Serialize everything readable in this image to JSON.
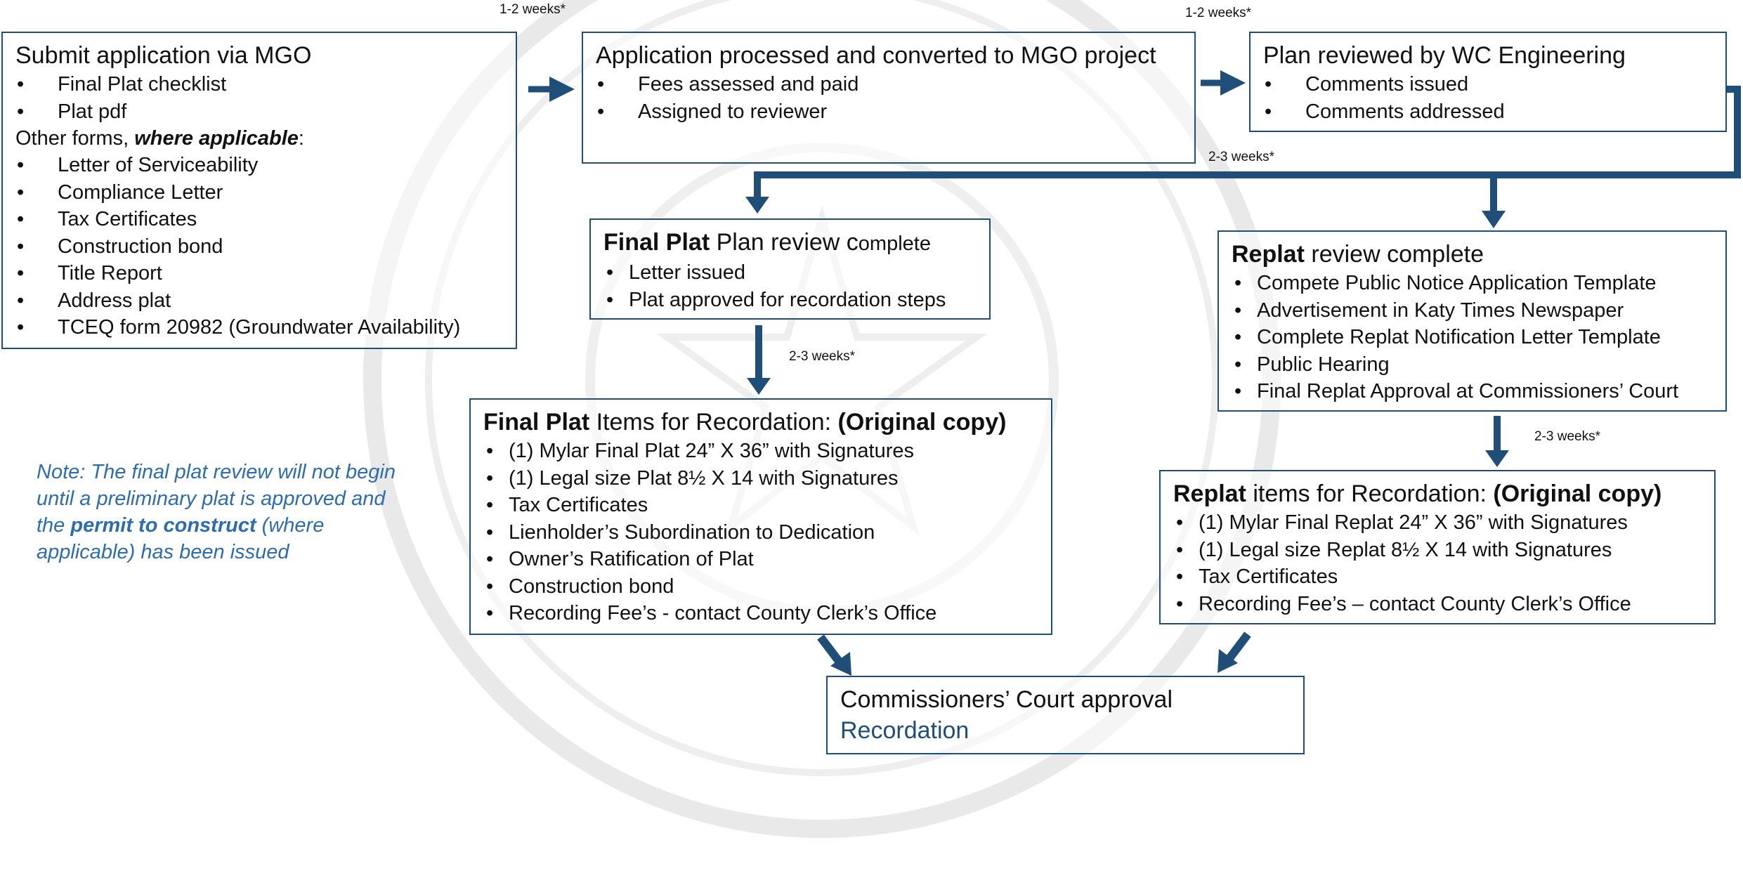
{
  "colors": {
    "box_border": "#1f4e79",
    "arrow": "#1f4e79",
    "note_text": "#2e6dad"
  },
  "labels": {
    "l1": "1-2 weeks*",
    "l2": "1-2 weeks*",
    "l3": "2-3 weeks*",
    "l4": "2-3 weeks*",
    "l5": "2-3 weeks*"
  },
  "submit": {
    "title": "Submit application via MGO",
    "items": [
      "Final Plat checklist",
      "Plat pdf"
    ],
    "other_prefix": "Other forms, ",
    "other_emph": "where applicable",
    "other_suffix": ":",
    "other_items": [
      "Letter of Serviceability",
      "Compliance Letter",
      "Tax Certificates",
      "Construction bond",
      "Title Report",
      "Address plat",
      "TCEQ form 20982 (Groundwater Availability)"
    ]
  },
  "processed": {
    "title": "Application processed and converted to MGO project",
    "items": [
      "Fees assessed and paid",
      "Assigned to reviewer"
    ]
  },
  "engineering": {
    "title": "Plan reviewed by WC Engineering",
    "items": [
      "Comments issued",
      "Comments addressed"
    ]
  },
  "final_review": {
    "title_bold": "Final Plat",
    "title_rest": " Plan review c",
    "title_small": "omplete",
    "items": [
      "Letter issued",
      "Plat approved for recordation steps"
    ]
  },
  "replat_review": {
    "title_bold": "Replat",
    "title_rest": " review complete",
    "items": [
      "Compete Public Notice Application Template",
      "Advertisement in Katy Times Newspaper",
      "Complete Replat Notification Letter Template",
      "Public Hearing",
      "Final Replat Approval at Commissioners’ Court"
    ]
  },
  "final_items": {
    "title_bold": "Final Plat",
    "title_rest": " Items for Recordation: ",
    "title_copy": "(Original copy)",
    "items": [
      "(1) Mylar Final Plat 24” X 36” with Signatures",
      "(1) Legal size Plat 8½ X 14 with Signatures",
      "Tax Certificates",
      "Lienholder’s Subordination to Dedication",
      "Owner’s Ratification of Plat",
      "Construction bond",
      "Recording Fee’s - contact County Clerk’s Office"
    ]
  },
  "replat_items": {
    "title_bold": "Replat",
    "title_rest": " items for Recordation: ",
    "title_copy": "(Original copy)",
    "items": [
      "(1) Mylar Final Replat 24” X 36” with Signatures",
      "(1) Legal size Replat 8½ X 14 with Signatures",
      "Tax Certificates",
      "Recording Fee’s – contact County Clerk’s Office"
    ]
  },
  "approval": {
    "line1": "Commissioners’ Court approval",
    "line2": "Recordation"
  },
  "note": {
    "part1": "Note: The final plat review will not begin until a preliminary plat is approved and the ",
    "emph": "permit to construct",
    "part2": " (where applicable) has been issued"
  }
}
